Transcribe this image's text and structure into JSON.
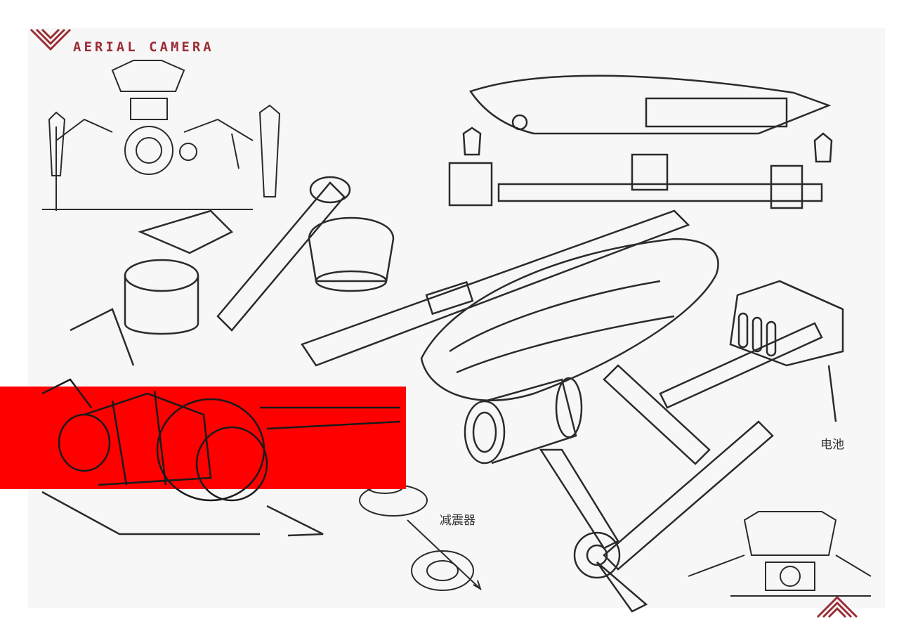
{
  "header": {
    "title": "AERIAL CAMERA"
  },
  "annotations": {
    "battery": "电池",
    "damper": "减震器"
  },
  "colors": {
    "accent_red": "#ff0000",
    "logo_red": "#9b2d36",
    "pencil": "#2b2b2b",
    "paper": "#f7f7f7"
  },
  "icons": {
    "top_left": "chevron-logo-icon",
    "bottom_right": "chevron-up-logo-icon"
  }
}
